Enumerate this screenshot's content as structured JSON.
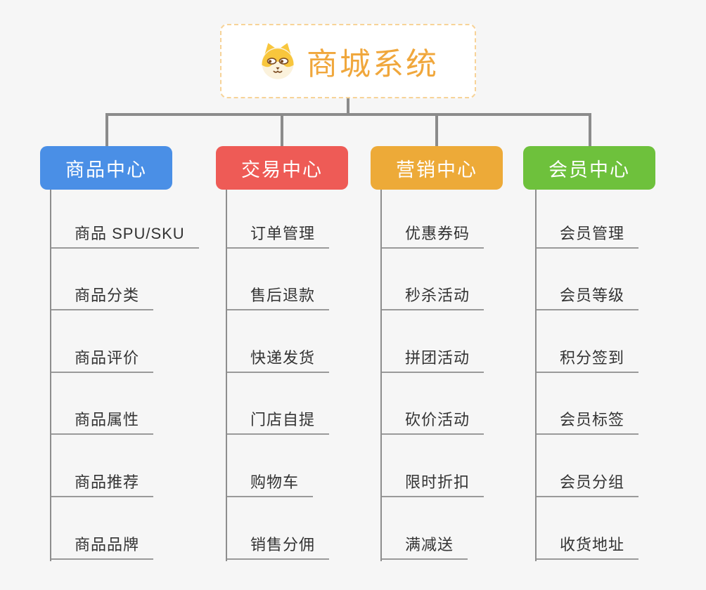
{
  "root": {
    "title": "商城系统",
    "icon": "dog-face-icon",
    "title_color": "#F0A73C",
    "border_color": "#F7D398"
  },
  "style": {
    "background": "#F6F6F6",
    "connector_color": "#8B8B8B",
    "leaf_line_color": "#9A9A9A",
    "leaf_text_color": "#333333"
  },
  "branches": [
    {
      "id": "product-center",
      "label": "商品中心",
      "color": "#4A8FE6",
      "items": [
        "商品 SPU/SKU",
        "商品分类",
        "商品评价",
        "商品属性",
        "商品推荐",
        "商品品牌"
      ]
    },
    {
      "id": "trade-center",
      "label": "交易中心",
      "color": "#EE5B56",
      "items": [
        "订单管理",
        "售后退款",
        "快递发货",
        "门店自提",
        "购物车",
        "销售分佣"
      ]
    },
    {
      "id": "marketing-center",
      "label": "营销中心",
      "color": "#EDAA38",
      "items": [
        "优惠券码",
        "秒杀活动",
        "拼团活动",
        "砍价活动",
        "限时折扣",
        "满减送"
      ]
    },
    {
      "id": "member-center",
      "label": "会员中心",
      "color": "#6EC13C",
      "items": [
        "会员管理",
        "会员等级",
        "积分签到",
        "会员标签",
        "会员分组",
        "收货地址"
      ]
    }
  ]
}
